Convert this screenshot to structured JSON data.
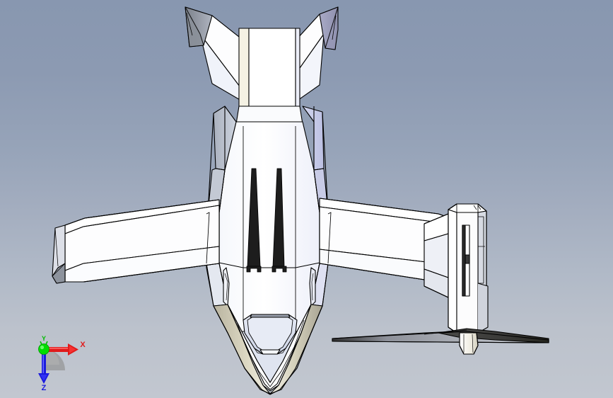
{
  "app": {
    "type": "cad-viewport",
    "view_name": "Top",
    "model_name": "Aircraft",
    "render_mode": "shaded-with-edges"
  },
  "background": {
    "style": "vertical-gradient",
    "top_color": "#8897b0",
    "mid_color": "#a3adbf",
    "bottom_color": "#c2c7d0"
  },
  "triad": {
    "name": "reference-triad",
    "origin_label": "",
    "axes": [
      {
        "id": "x",
        "label": "X",
        "color": "#e01b1b",
        "direction": "right"
      },
      {
        "id": "y",
        "label": "Y",
        "color": "#00cc00",
        "direction": "up-out"
      },
      {
        "id": "z",
        "label": "Z",
        "color": "#1b1bdd",
        "direction": "down"
      }
    ],
    "origin_color": "#00dd00",
    "arc_color": "#8d8d8d"
  },
  "model": {
    "edge_color": "#000000",
    "body_color": "#ffffff",
    "shade_light": "#eef1f8",
    "shade_mid": "#d4dae8",
    "shade_gray": "#b6bcc8",
    "shade_dark": "#8f959f",
    "accent_lavender": "#c6c9e4",
    "accent_tan": "#d8d3b8",
    "dark_feature": "#2f2f2f",
    "parts": [
      {
        "name": "fuselage",
        "visible": true
      },
      {
        "name": "left-wing",
        "visible": true
      },
      {
        "name": "right-wing",
        "visible": true
      },
      {
        "name": "left-wingtip-winglet",
        "visible": true
      },
      {
        "name": "right-wingtip-winglet",
        "visible": true
      },
      {
        "name": "left-tail-fin",
        "visible": true
      },
      {
        "name": "right-tail-fin",
        "visible": true
      },
      {
        "name": "canopy",
        "visible": true
      },
      {
        "name": "nose-cone",
        "visible": true
      },
      {
        "name": "intake-slot-left",
        "visible": true
      },
      {
        "name": "intake-slot-right",
        "visible": true
      },
      {
        "name": "engine-pod",
        "visible": true
      },
      {
        "name": "pod-stabilizer",
        "visible": true
      },
      {
        "name": "pod-nozzle",
        "visible": true
      }
    ]
  }
}
